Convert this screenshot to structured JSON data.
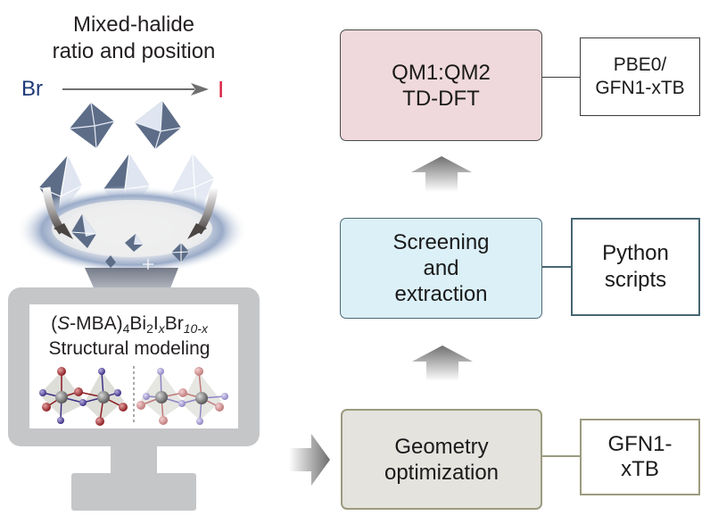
{
  "left_panel": {
    "title_line1": "Mixed-halide",
    "title_line2": "ratio and position",
    "halide_start": "Br",
    "halide_end": "I",
    "halide_start_color": "#1f3a78",
    "halide_end_color": "#d8203f",
    "formula": {
      "prefix": "(",
      "italic_s": "S",
      "mid": "-MBA)",
      "sub4": "4",
      "bi": "Bi",
      "sub2": "2",
      "i": "I",
      "subx": "x",
      "br": "Br",
      "sub10x": "10-x"
    },
    "modeling_label": "Structural modeling",
    "icons": [
      "octahedra-icon",
      "funnel-icon",
      "monitor-icon",
      "crystal-structure-icon"
    ]
  },
  "workflow": {
    "stages": [
      {
        "id": "qm",
        "lines": [
          "QM1:QM2",
          "TD-DFT"
        ],
        "method_lines": [
          "PBE0/",
          "GFN1-xTB"
        ],
        "fill": "#efd9dc",
        "border": "#4a4a4a"
      },
      {
        "id": "screening",
        "lines": [
          "Screening",
          "and",
          "extraction"
        ],
        "method_lines": [
          "Python",
          "scripts"
        ],
        "fill": "#dcf0f8",
        "border": "#4b6775"
      },
      {
        "id": "geometry",
        "lines": [
          "Geometry",
          "optimization"
        ],
        "method_lines": [
          "GFN1-",
          "xTB"
        ],
        "fill": "#e4e3de",
        "border": "#9c9b7f"
      }
    ],
    "arrow_icons": [
      "arrow-right-icon",
      "arrow-up-icon",
      "arrow-up-icon"
    ]
  }
}
